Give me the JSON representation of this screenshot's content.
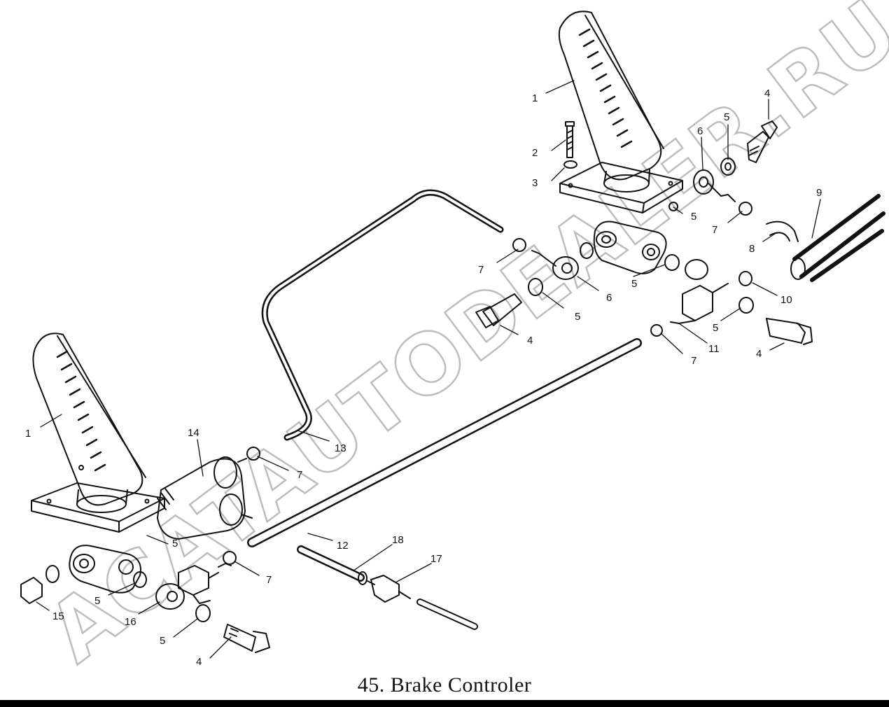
{
  "caption": "45. Brake  Controler",
  "watermark": "ACATAUTODEALER.RU",
  "callouts": [
    {
      "id": "c1-right",
      "text": "1"
    },
    {
      "id": "c2",
      "text": "2"
    },
    {
      "id": "c3",
      "text": "3"
    },
    {
      "id": "c4-top",
      "text": "4"
    },
    {
      "id": "c5-top",
      "text": "5"
    },
    {
      "id": "c6-top",
      "text": "6"
    },
    {
      "id": "c5-plate",
      "text": "5"
    },
    {
      "id": "c7-right",
      "text": "7"
    },
    {
      "id": "c8",
      "text": "8"
    },
    {
      "id": "c9",
      "text": "9"
    },
    {
      "id": "c7-mid",
      "text": "7"
    },
    {
      "id": "c6-mid",
      "text": "6"
    },
    {
      "id": "c5-mid-right",
      "text": "5"
    },
    {
      "id": "c5-mid",
      "text": "5"
    },
    {
      "id": "c4-mid",
      "text": "4"
    },
    {
      "id": "c10",
      "text": "10"
    },
    {
      "id": "c5-tee",
      "text": "5"
    },
    {
      "id": "c11",
      "text": "11"
    },
    {
      "id": "c4-right",
      "text": "4"
    },
    {
      "id": "c7-tee",
      "text": "7"
    },
    {
      "id": "c13",
      "text": "13"
    },
    {
      "id": "c1-left",
      "text": "1"
    },
    {
      "id": "c14",
      "text": "14"
    },
    {
      "id": "c7-left",
      "text": "7"
    },
    {
      "id": "c5-left-valve",
      "text": "5"
    },
    {
      "id": "c12",
      "text": "12"
    },
    {
      "id": "c18",
      "text": "18"
    },
    {
      "id": "c17",
      "text": "17"
    },
    {
      "id": "c7-bottom",
      "text": "7"
    },
    {
      "id": "c5-left",
      "text": "5"
    },
    {
      "id": "c15",
      "text": "15"
    },
    {
      "id": "c16",
      "text": "16"
    },
    {
      "id": "c5-bottom",
      "text": "5"
    },
    {
      "id": "c4-bottom",
      "text": "4"
    }
  ],
  "colors": {
    "line": "#111111",
    "watermark": "#bdbdbd",
    "background": "#ffffff"
  }
}
